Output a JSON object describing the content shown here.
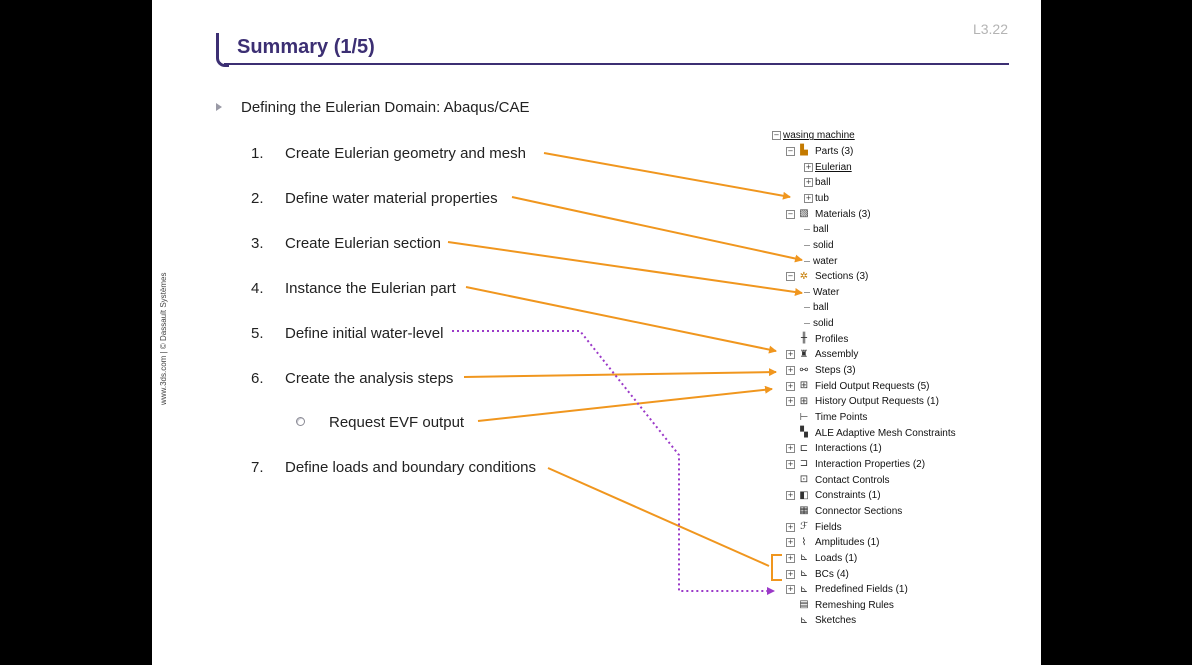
{
  "slide": {
    "number": "L3.22",
    "title": "Summary (1/5)",
    "copyright": "www.3ds.com | © Dassault Systèmes",
    "subtitle": "Defining the Eulerian Domain: Abaqus/CAE",
    "steps": [
      {
        "num": "1.",
        "text": "Create Eulerian geometry and mesh"
      },
      {
        "num": "2.",
        "text": "Define water material properties"
      },
      {
        "num": "3.",
        "text": "Create Eulerian section"
      },
      {
        "num": "4.",
        "text": "Instance the Eulerian part"
      },
      {
        "num": "5.",
        "text": "Define initial water-level"
      },
      {
        "num": "6.",
        "text": "Create the analysis steps"
      },
      {
        "num": "7.",
        "text": "Define loads and boundary conditions"
      }
    ],
    "sub_step": "Request EVF output"
  },
  "tree": {
    "root": "wasing machine",
    "items": [
      {
        "label": "Parts (3)",
        "icon": "parts-icon",
        "glyph": "▙",
        "toggle": "⊟"
      },
      {
        "label": "Eulerian",
        "icon": "",
        "glyph": "",
        "toggle": "⊞"
      },
      {
        "label": "ball",
        "icon": "",
        "glyph": "",
        "toggle": "⊞"
      },
      {
        "label": "tub",
        "icon": "",
        "glyph": "",
        "toggle": "⊞"
      },
      {
        "label": "Materials (3)",
        "icon": "materials-icon",
        "glyph": "▧",
        "toggle": "⊟"
      },
      {
        "label": "ball",
        "icon": "",
        "glyph": "",
        "toggle": ""
      },
      {
        "label": "solid",
        "icon": "",
        "glyph": "",
        "toggle": ""
      },
      {
        "label": "water",
        "icon": "",
        "glyph": "",
        "toggle": ""
      },
      {
        "label": "Sections (3)",
        "icon": "sections-icon",
        "glyph": "✲",
        "toggle": "⊟"
      },
      {
        "label": "Water",
        "icon": "",
        "glyph": "",
        "toggle": ""
      },
      {
        "label": "ball",
        "icon": "",
        "glyph": "",
        "toggle": ""
      },
      {
        "label": "solid",
        "icon": "",
        "glyph": "",
        "toggle": ""
      },
      {
        "label": "Profiles",
        "icon": "profiles-icon",
        "glyph": "╫",
        "toggle": ""
      },
      {
        "label": "Assembly",
        "icon": "assembly-icon",
        "glyph": "♜",
        "toggle": "⊞"
      },
      {
        "label": "Steps (3)",
        "icon": "steps-icon",
        "glyph": "⚯",
        "toggle": "⊞"
      },
      {
        "label": "Field Output Requests (5)",
        "icon": "field-output-icon",
        "glyph": "⊞",
        "toggle": "⊞"
      },
      {
        "label": "History Output Requests (1)",
        "icon": "history-output-icon",
        "glyph": "⊞",
        "toggle": "⊞"
      },
      {
        "label": "Time Points",
        "icon": "time-points-icon",
        "glyph": "⊢",
        "toggle": ""
      },
      {
        "label": "ALE Adaptive Mesh Constraints",
        "icon": "ale-mesh-icon",
        "glyph": "▚",
        "toggle": ""
      },
      {
        "label": "Interactions (1)",
        "icon": "interactions-icon",
        "glyph": "⊏",
        "toggle": "⊞"
      },
      {
        "label": "Interaction Properties (2)",
        "icon": "interaction-properties-icon",
        "glyph": "⊐",
        "toggle": "⊞"
      },
      {
        "label": "Contact Controls",
        "icon": "contact-controls-icon",
        "glyph": "⊡",
        "toggle": ""
      },
      {
        "label": "Constraints (1)",
        "icon": "constraints-icon",
        "glyph": "◧",
        "toggle": "⊞"
      },
      {
        "label": "Connector Sections",
        "icon": "connector-sections-icon",
        "glyph": "▦",
        "toggle": ""
      },
      {
        "label": "Fields",
        "icon": "fields-icon",
        "glyph": "ℱ",
        "toggle": "⊞"
      },
      {
        "label": "Amplitudes (1)",
        "icon": "amplitudes-icon",
        "glyph": "⌇",
        "toggle": "⊞"
      },
      {
        "label": "Loads (1)",
        "icon": "loads-icon",
        "glyph": "⊾",
        "toggle": "⊞"
      },
      {
        "label": "BCs (4)",
        "icon": "bcs-icon",
        "glyph": "⊾",
        "toggle": "⊞"
      },
      {
        "label": "Predefined Fields (1)",
        "icon": "predefined-fields-icon",
        "glyph": "⊾",
        "toggle": "⊞"
      },
      {
        "label": "Remeshing Rules",
        "icon": "remeshing-rules-icon",
        "glyph": "▤",
        "toggle": ""
      },
      {
        "label": "Sketches",
        "icon": "sketches-icon",
        "glyph": "⊾",
        "toggle": ""
      }
    ]
  },
  "colors": {
    "title": "#3c2f73",
    "arrow": "#f0961e",
    "dotted_arrow": "#9b39c8",
    "background": "#000000",
    "slide": "#ffffff"
  }
}
